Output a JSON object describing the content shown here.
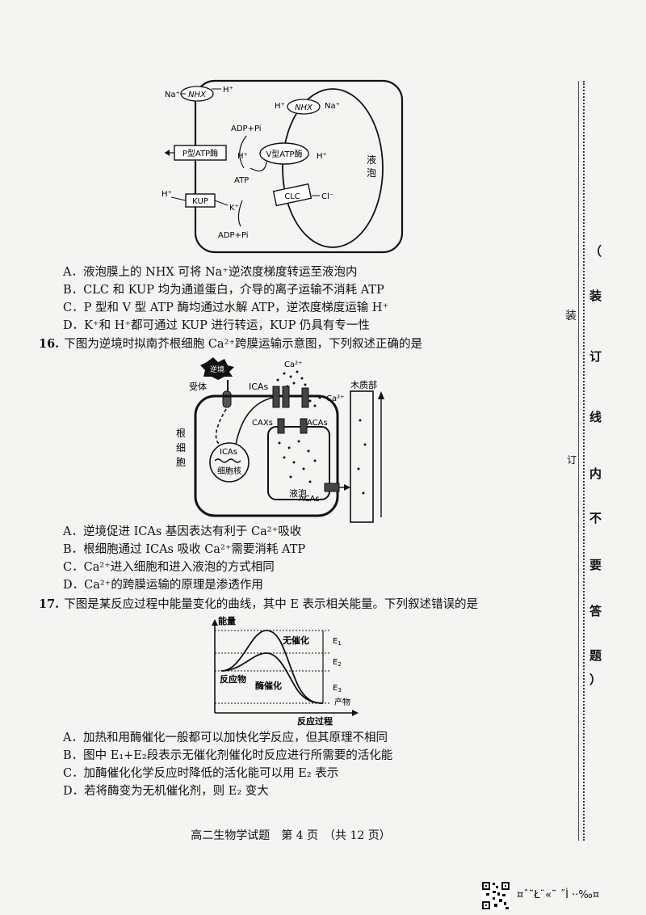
{
  "q15": {
    "diagram": {
      "labels": {
        "na_plus": "Na⁺",
        "h_plus": "H⁺",
        "nhx": "NHX",
        "adp_pi": "ADP+Pi",
        "atp": "ATP",
        "p_atpase": "P型ATP酶",
        "v_atpase": "V型ATP酶",
        "kup": "KUP",
        "k_plus": "K⁺",
        "clc": "CLC",
        "cl_minus": "Cl⁻",
        "adp_pi_bottom": "ADP+Pi",
        "vacuole_1": "液",
        "vacuole_2": "泡"
      }
    },
    "options": [
      "A．液泡膜上的 NHX 可将 Na⁺逆浓度梯度转运至液泡内",
      "B．CLC 和 KUP 均为通道蛋白，介导的离子运输不消耗 ATP",
      "C．P 型和 V 型 ATP 酶均通过水解 ATP，逆浓度梯度运输 H⁺",
      "D．K⁺和 H⁺都可通过 KUP 进行转运，KUP 仍具有专一性"
    ]
  },
  "q16": {
    "number": "16.",
    "text": "下图为逆境时拟南芥根细胞 Ca²⁺跨膜运输示意图，下列叙述正确的是",
    "diagram": {
      "labels": {
        "signal": "逆境",
        "receptor": "受体",
        "icas_top": "ICAs",
        "ca_top": "Ca²⁺",
        "ca_right": "Ca²⁺",
        "xylem": "木质部",
        "root_1": "根",
        "root_2": "细",
        "root_3": "胞",
        "caxs": "CAXs",
        "acas_mid": "ACAs",
        "icas_gene": "ICAs",
        "nucleus": "细胞核",
        "vacuole": "液泡",
        "acas_bottom": "ACAs"
      }
    },
    "options": [
      "A．逆境促进 ICAs 基因表达有利于 Ca²⁺吸收",
      "B．根细胞通过 ICAs 吸收 Ca²⁺需要消耗 ATP",
      "C．Ca²⁺进入细胞和进入液泡的方式相同",
      "D．Ca²⁺的跨膜运输的原理是渗透作用"
    ]
  },
  "q17": {
    "number": "17.",
    "text": "下图是某反应过程中能量变化的曲线，其中 E 表示相关能量。下列叙述错误的是",
    "chart_data": {
      "type": "line",
      "ylabel": "能量",
      "xlabel": "反应过程",
      "series": [
        {
          "name": "无催化",
          "description_points": [
            [
              0,
              3
            ],
            [
              0.35,
              6
            ],
            [
              0.6,
              3
            ],
            [
              1,
              1
            ]
          ]
        },
        {
          "name": "酶催化",
          "description_points": [
            [
              0,
              3
            ],
            [
              0.35,
              4.2
            ],
            [
              0.6,
              3
            ],
            [
              1,
              1
            ]
          ]
        }
      ],
      "annotations": [
        "无催化",
        "酶催化",
        "反应物",
        "产物",
        "E1",
        "E2",
        "E3"
      ],
      "grid": false
    },
    "labels": {
      "e1": "E",
      "e1_sub": "1",
      "e2": "E",
      "e2_sub": "2",
      "e3": "E",
      "e3_sub": "3",
      "no_cat": "无催化",
      "enzyme": "酶催化",
      "reactant": "反应物",
      "product": "产物",
      "y_axis": "能量",
      "x_axis": "反应过程"
    },
    "options": [
      "A．加热和用酶催化一般都可以加快化学反应，但其原理不相同",
      "B．图中 E₁+E₂段表示无催化剂催化时反应进行所需要的活化能",
      "C．加酶催化化学反应时降低的活化能可以用 E₂ 表示",
      "D．若将酶变为无机催化剂，则 E₂ 变大"
    ]
  },
  "binding": {
    "chars": [
      "（",
      "装",
      "订",
      "线",
      "内",
      "不",
      "要",
      "答",
      "题",
      "）"
    ],
    "outer_1": "装",
    "outer_2": "订"
  },
  "footer": {
    "text": "高二生物学试题　第 4 页　（共 12 页）"
  },
  "corner": {
    "garble": "¤ˆ˜Ł¨«˜ ˝Ì ··‰¤"
  }
}
